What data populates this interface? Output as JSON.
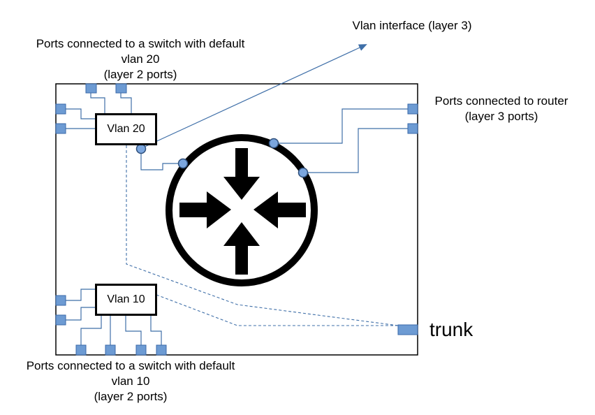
{
  "labels": {
    "vlan_interface": "Vlan interface (layer 3)",
    "top_ports": [
      "Ports connected to a switch with default",
      "vlan 20",
      "(layer 2 ports)"
    ],
    "router_ports": [
      "Ports connected to router",
      "(layer 3 ports)"
    ],
    "bottom_ports": [
      "Ports connected to a switch with default",
      "vlan 10",
      "(layer 2 ports)"
    ],
    "vlan20": "Vlan 20",
    "vlan10": "Vlan 10",
    "trunk": "trunk"
  },
  "colors": {
    "port_fill": "#6d9bd3",
    "wire": "#3f6fa8",
    "router_body": "#000000"
  },
  "icons": [
    "router-icon",
    "switch-port-icon",
    "vlan-interface-icon"
  ]
}
